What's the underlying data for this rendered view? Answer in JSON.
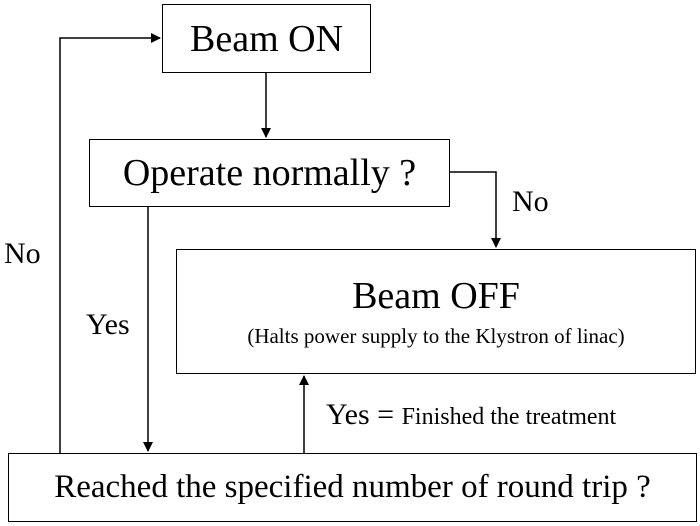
{
  "nodes": {
    "beam_on": "Beam ON",
    "operate": "Operate normally ?",
    "beam_off_title": "Beam OFF",
    "beam_off_subtitle": "(Halts power supply to the Klystron of linac)",
    "reached": "Reached the specified number of round trip ?"
  },
  "edges": {
    "no_right": "No",
    "no_left": "No",
    "yes_left": "Yes",
    "yes_treatment_prefix": "Yes = ",
    "yes_treatment_text": "Finished the treatment"
  }
}
